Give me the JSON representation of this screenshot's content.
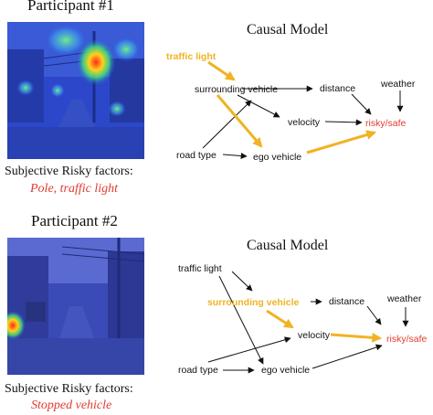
{
  "participants": [
    {
      "title": "Participant #1",
      "factors_label": "Subjective Risky factors:",
      "factors_value": "Pole, traffic light",
      "model_title": "Causal Model",
      "nodes": {
        "traffic_light": "traffic light",
        "surrounding_vehicle": "surrounding vehicle",
        "distance": "distance",
        "weather": "weather",
        "velocity": "velocity",
        "risky_safe": "risky/safe",
        "road_type": "road type",
        "ego_vehicle": "ego vehicle"
      },
      "highlighted": [
        "traffic_light"
      ]
    },
    {
      "title": "Participant #2",
      "factors_label": "Subjective Risky factors:",
      "factors_value": "Stopped vehicle",
      "model_title": "Causal Model",
      "nodes": {
        "traffic_light": "traffic light",
        "surrounding_vehicle": "surrounding vehicle",
        "distance": "distance",
        "weather": "weather",
        "velocity": "velocity",
        "risky_safe": "risky/safe",
        "road_type": "road type",
        "ego_vehicle": "ego vehicle"
      },
      "highlighted": [
        "surrounding_vehicle"
      ]
    }
  ],
  "colors": {
    "highlight": "#f0b323",
    "outcome": "#e03c31",
    "edge": "#111111"
  }
}
